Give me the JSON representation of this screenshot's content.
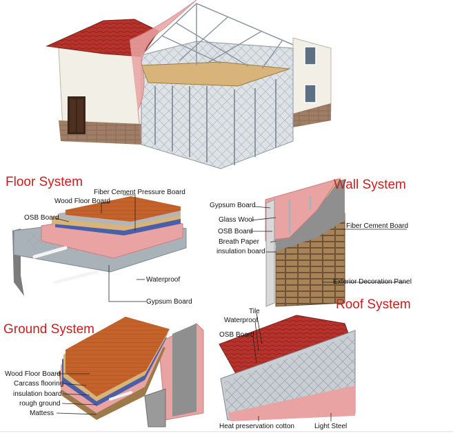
{
  "sections": {
    "floor": {
      "title": "Floor System",
      "labels": [
        "Fiber Cement Pressure Board",
        "Wood Floor Board",
        "OSB Board",
        "Waterproof",
        "Gypsum Board"
      ]
    },
    "wall": {
      "title": "Wall System",
      "labels": [
        "Gypsum Board",
        "Glass Wool",
        "OSB Board",
        "Breath Paper",
        "insulation board",
        "Fiber Cement Board",
        "Exterior Decoration Panel"
      ]
    },
    "ground": {
      "title": "Ground System",
      "labels": [
        "Wood Floor Board",
        "Carcass flooring",
        "insulation board",
        "rough ground",
        "Mattess"
      ]
    },
    "roof": {
      "title": "Roof System",
      "labels": [
        "Tile",
        "Waterproof",
        "OSB Board",
        "Heat preservation cotton",
        "Light Steel"
      ]
    }
  },
  "colors": {
    "title": "#c81e1e",
    "roof_tile": "#b8322c",
    "wall": "#f2efe6",
    "brick": "#8a6a55",
    "steel": "#9aa3ab",
    "wood": "#c4622b",
    "insulation": "#e9a3a3",
    "osb": "#d8b47a",
    "blue_layer": "#4a5fa8"
  }
}
